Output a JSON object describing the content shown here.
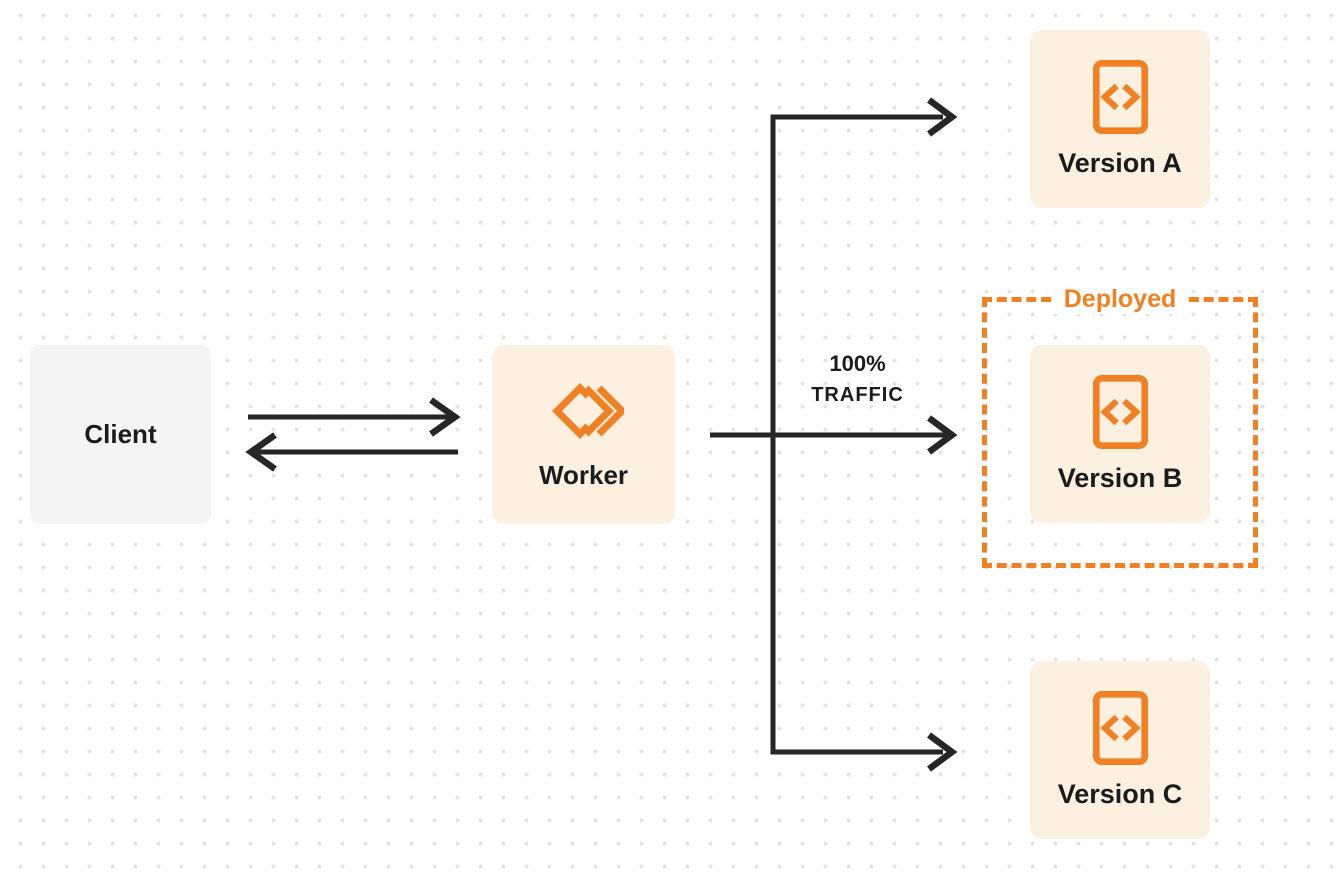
{
  "colors": {
    "accent": "#f18022",
    "node_bg": "#fcf0e1",
    "client_bg": "#f4f4f5",
    "line": "#262626",
    "text": "#1b1b1b",
    "dot": "#e3e3e3",
    "page_bg": "#ffffff"
  },
  "nodes": {
    "client": {
      "label": "Client"
    },
    "worker": {
      "label": "Worker",
      "icon": "workers-chevrons-icon"
    },
    "version_a": {
      "label": "Version A",
      "icon": "code-document-icon"
    },
    "version_b": {
      "label": "Version B",
      "icon": "code-document-icon"
    },
    "version_c": {
      "label": "Version C",
      "icon": "code-document-icon"
    }
  },
  "deployed_group": {
    "label": "Deployed"
  },
  "traffic_label": {
    "line1": "100%",
    "line2": "TRAFFIC"
  }
}
